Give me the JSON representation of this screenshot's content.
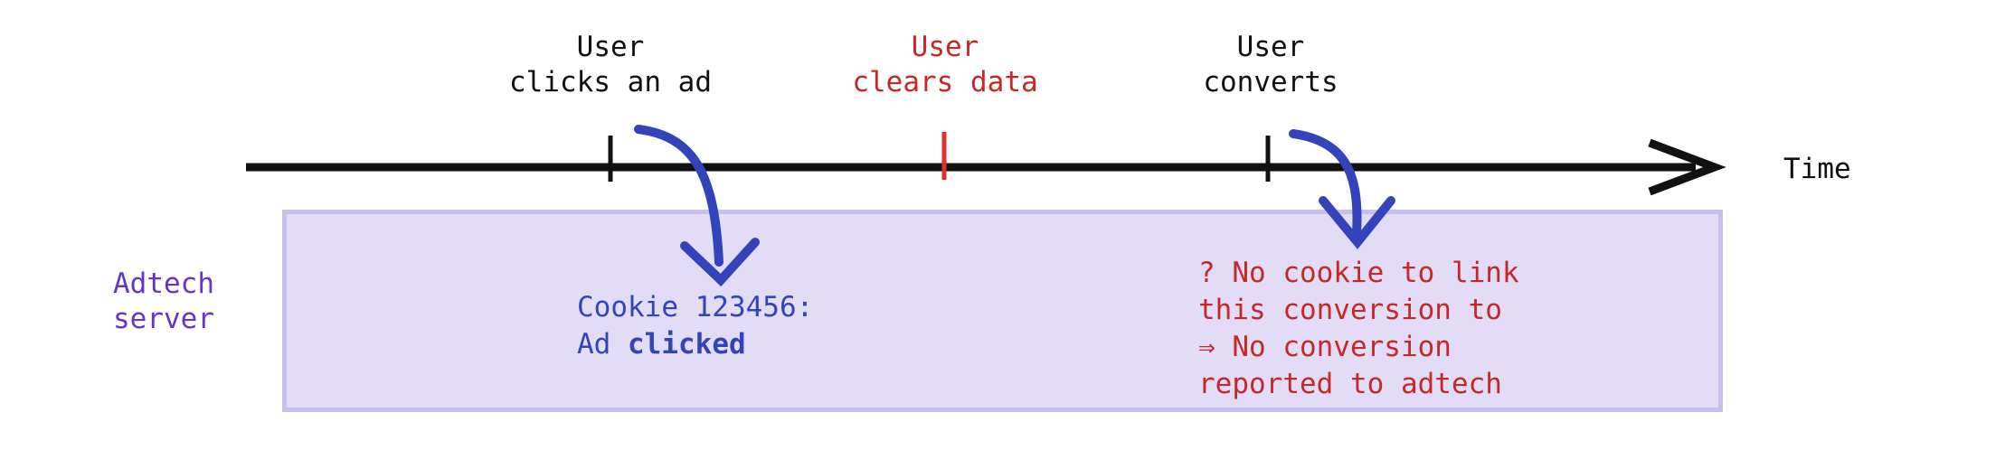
{
  "diagram": {
    "title": "Ad click to conversion timeline with cleared cookie",
    "colors": {
      "axis": "#111111",
      "event_black": "#111111",
      "event_red": "#c62828",
      "arrow_blue": "#3344bb",
      "box_fill": "#e2dcf7",
      "box_border": "#c9bef0",
      "server_label": "#6633cc",
      "cookie_text": "#3344bb",
      "warning_text": "#c62828"
    }
  },
  "timeline": {
    "axis_label": "Time",
    "events": [
      {
        "id": "click",
        "line1": "User",
        "line2": "clicks an ad",
        "color": "black"
      },
      {
        "id": "clears",
        "line1": "User",
        "line2": "clears data",
        "color": "red"
      },
      {
        "id": "convert",
        "line1": "User",
        "line2": "converts",
        "color": "black"
      }
    ]
  },
  "server": {
    "label_line1": "Adtech",
    "label_line2": "server",
    "cookie_event": {
      "line1": "Cookie 123456:",
      "line2_prefix": "Ad ",
      "line2_strong": "clicked"
    },
    "warning": {
      "line1": "? No cookie to link",
      "line2": "this conversion to",
      "line3": "⇒ No conversion",
      "line4": "reported to adtech"
    }
  }
}
